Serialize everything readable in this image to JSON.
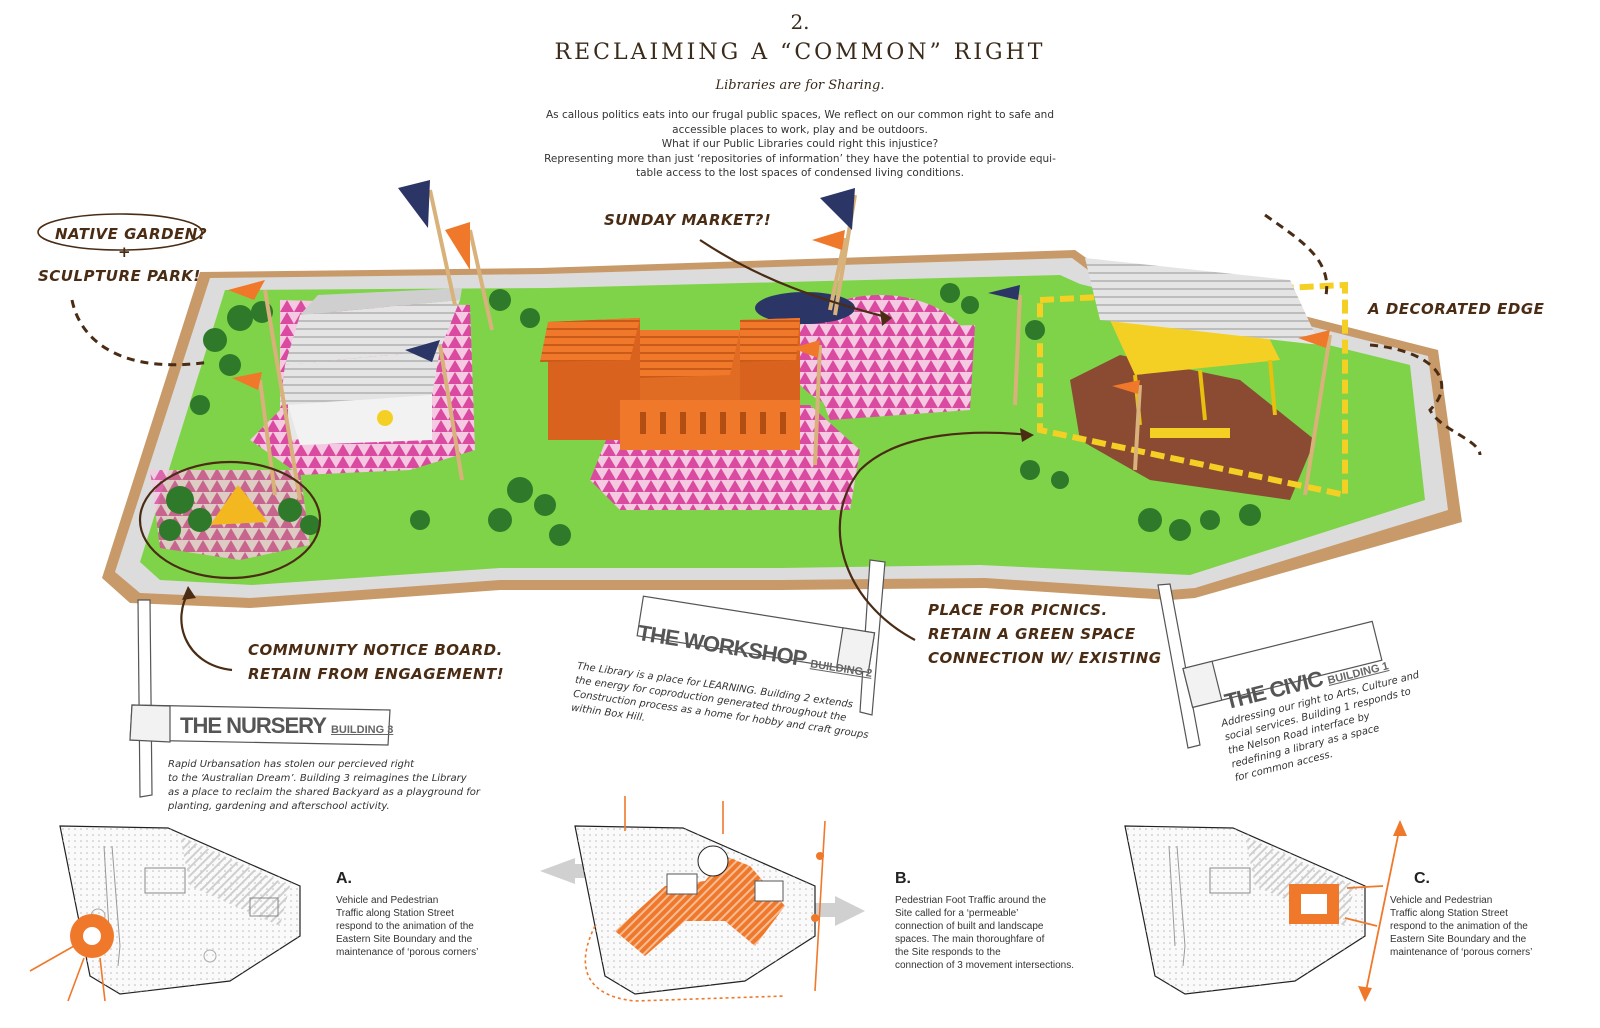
{
  "header": {
    "number": "2.",
    "title": "RECLAIMING A “COMMON” RIGHT",
    "subtitle": "Libraries are for Sharing.",
    "intro": [
      "As callous politics eats into our frugal public spaces, We reflect on our common right to safe and",
      "accessible places to work, play and be outdoors.",
      "What if our Public Libraries could right this injustice?",
      "Representing more than just ‘repositories of information’ they have the potential to provide equi-",
      "table access to the lost spaces of condensed living conditions."
    ]
  },
  "callouts": {
    "native_garden": "NATIVE GARDEN?",
    "plus": "+",
    "sculpture_park": "SCULPTURE PARK!",
    "sunday_market": "SUNDAY MARKET?!",
    "decorated_edge": "A DECORATED EDGE",
    "notice_board_1": "COMMUNITY NOTICE BOARD.",
    "notice_board_2": "RETAIN FROM ENGAGEMENT!",
    "picnics_1": "PLACE FOR PICNICS.",
    "picnics_2": "RETAIN A GREEN SPACE",
    "picnics_3": "CONNECTION W/ EXISTING"
  },
  "buildings": {
    "nursery": {
      "name": "THE NURSERY",
      "tag": "BUILDING 3",
      "desc": [
        "Rapid Urbansation has stolen our percieved right",
        "to the ‘Australian Dream’. Building 3 reimagines the Library",
        "as a place to reclaim the shared Backyard as a playground for",
        "planting, gardening and afterschool activity."
      ]
    },
    "workshop": {
      "name": "THE WORKSHOP",
      "tag": "BUILDING 2",
      "desc": [
        "The Library is a place for LEARNING. Building 2 extends",
        "the energy for coproduction generated throughout the",
        "Construction process as a home for hobby and craft groups",
        "within Box Hill."
      ]
    },
    "civic": {
      "name": "THE CIVIC",
      "tag": "BUILDING 1",
      "desc": [
        "Addressing our right to Arts, Culture and",
        "social services. Building 1 responds to",
        "the Nelson Road interface by",
        "redefining a library as a space",
        "for common access."
      ]
    }
  },
  "diagrams": [
    {
      "letter": "A.",
      "text": [
        "Vehicle and Pedestrian",
        "Traffic along Station Street",
        "respond to the animation of the",
        "Eastern Site Boundary and the",
        "maintenance of ‘porous corners’"
      ]
    },
    {
      "letter": "B.",
      "text": [
        "Pedestrian Foot Traffic around the",
        "Site called for a ‘permeable’",
        "connection of built and landscape",
        "spaces. The main thoroughfare of",
        "the Site responds to the",
        "connection of 3 movement intersections."
      ]
    },
    {
      "letter": "C.",
      "text": [
        "Vehicle and Pedestrian",
        "Traffic along Station Street",
        "respond to the animation of the",
        "Eastern Site Boundary and the",
        "maintenance of ‘porous corners’"
      ]
    }
  ],
  "colors": {
    "grass": "#7ed348",
    "pink": "#d94aa0",
    "orange": "#f0782a",
    "yellow": "#f5d024",
    "roof": "#dcdcdc",
    "brown": "#4a2c14",
    "earth": "#8b4a32",
    "navy": "#2b3566",
    "tree": "#2f7a2a"
  }
}
